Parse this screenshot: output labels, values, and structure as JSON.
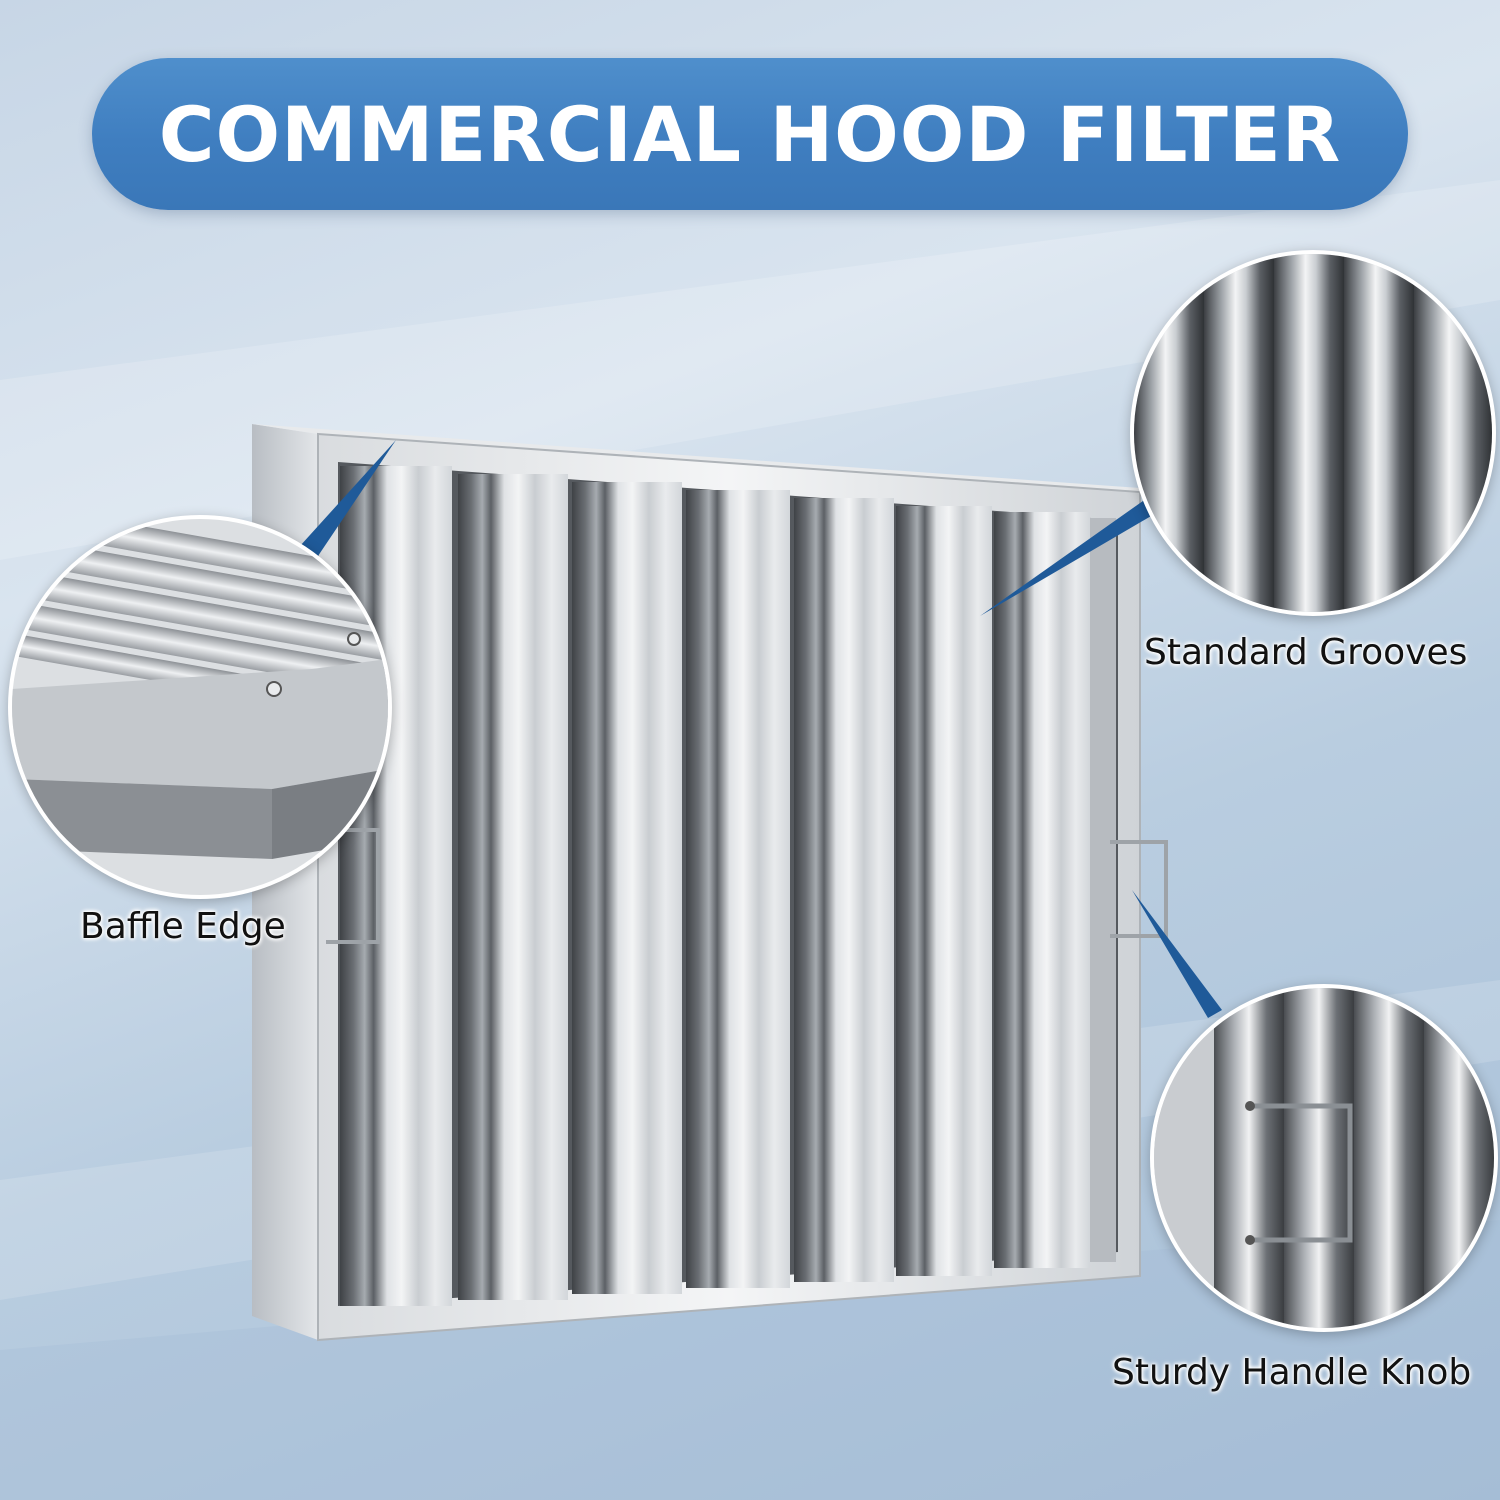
{
  "banner": {
    "title": "COMMERCIAL HOOD FILTER"
  },
  "callouts": {
    "baffle_edge": {
      "label": "Baffle Edge"
    },
    "standard_grooves": {
      "label": "Standard Grooves"
    },
    "handle_knob": {
      "label": "Sturdy Handle Knob"
    }
  },
  "colors": {
    "banner": "#3f7ec0",
    "pointer": "#1f5a99",
    "background": "#c7d6e6"
  }
}
